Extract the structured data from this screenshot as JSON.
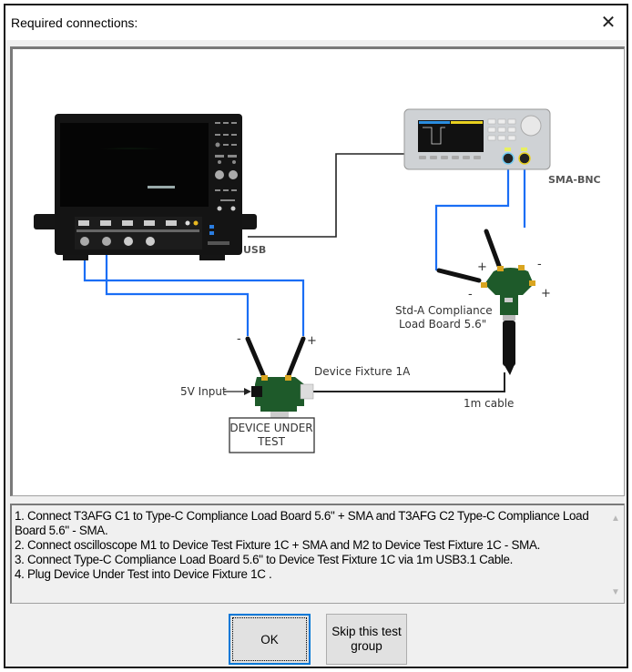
{
  "window": {
    "title": "Required connections:",
    "close_icon": "close-icon"
  },
  "diagram": {
    "labels": {
      "usb": "USB",
      "sma_bnc": "SMA-BNC",
      "load_board_line1": "Std-A Compliance",
      "load_board_line2": "Load Board 5.6\"",
      "device_fixture": "Device Fixture 1A",
      "five_v_input": "5V Input",
      "cable": "1m cable",
      "dut_line1": "DEVICE UNDER",
      "dut_line2": "TEST",
      "plus": "+",
      "minus": "-"
    },
    "colors": {
      "probe_cable": "#1a6ef5",
      "usb_cable": "#222222",
      "pcb_green": "#1e5a2a",
      "sma_gold": "#d9a520",
      "scope_body": "#121212",
      "scope_glow": "#3fd24a"
    }
  },
  "instructions": {
    "lines": [
      "1. Connect T3AFG C1 to Type-C Compliance Load Board 5.6\" + SMA and T3AFG C2 Type-C Compliance Load Board 5.6\" - SMA.",
      "2. Connect oscilloscope M1 to Device Test Fixture 1C + SMA and M2 to Device Test Fixture 1C - SMA.",
      "3. Connect Type-C Compliance Load Board 5.6\"  to Device Test Fixture 1C via 1m USB3.1 Cable.",
      "4. Plug Device Under Test into Device Fixture 1C ."
    ],
    "scroll_up": "▲",
    "scroll_down": "▼"
  },
  "buttons": {
    "ok": "OK",
    "skip": "Skip this test group"
  }
}
